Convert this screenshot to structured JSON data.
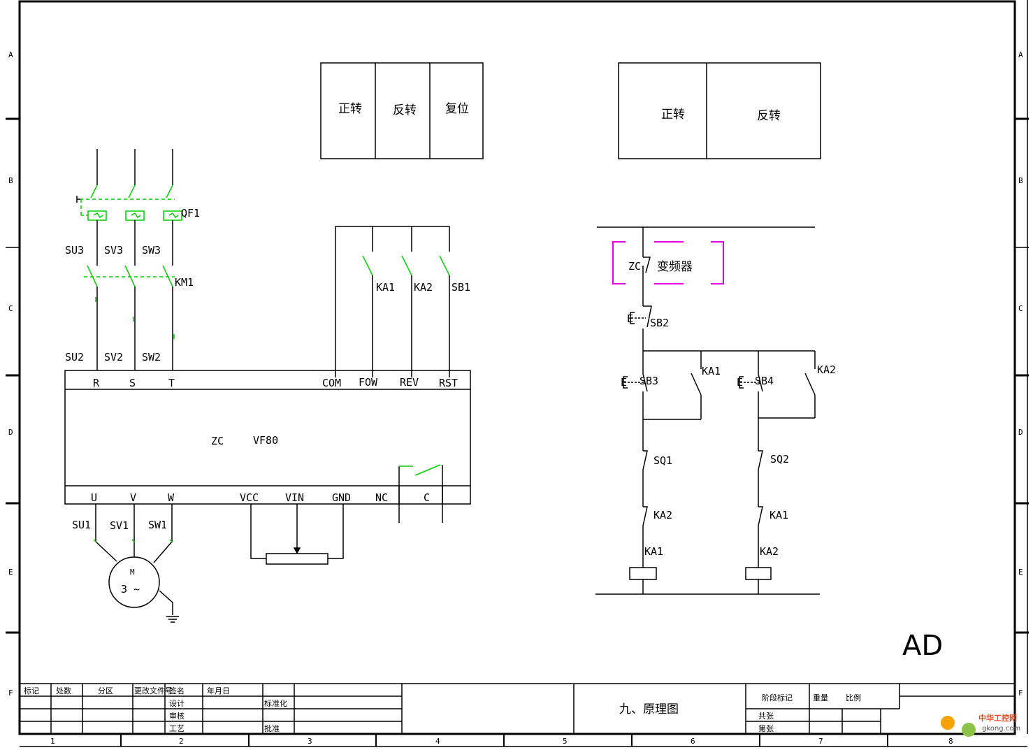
{
  "frame": {
    "row_letters": [
      "A",
      "B",
      "C",
      "D",
      "E",
      "F"
    ],
    "col_numbers": [
      "1",
      "2",
      "3",
      "4",
      "5",
      "6",
      "7",
      "8"
    ]
  },
  "panel_left": {
    "cells": [
      "正转",
      "反转",
      "复位"
    ]
  },
  "panel_right": {
    "cells": [
      "正转",
      "反转"
    ]
  },
  "power": {
    "breaker": "QF1",
    "contactor": "KM1",
    "upper_labels": [
      "SU3",
      "SV3",
      "SW3"
    ],
    "lower_labels": [
      "SU2",
      "SV2",
      "SW2"
    ],
    "motor_labels": [
      "SU1",
      "SV1",
      "SW1"
    ],
    "motor_symbol": "M",
    "motor_text": "3 ~"
  },
  "inverter": {
    "top_terminals": [
      "R",
      "S",
      "T",
      "COM",
      "FOW",
      "REV",
      "RST"
    ],
    "model_prefix": "ZC",
    "model": "VF80",
    "bottom_terminals": [
      "U",
      "V",
      "W",
      "VCC",
      "VIN",
      "GND",
      "NC",
      "C"
    ]
  },
  "input_switches": [
    "KA1",
    "KA2",
    "SB1"
  ],
  "control": {
    "fault_prefix": "ZC",
    "fault_label": "变频器",
    "stop_button": "SB2",
    "fwd_button": "SB3",
    "rev_button": "SB4",
    "fwd_hold": "KA1",
    "rev_hold": "KA2",
    "limit_fwd": "SQ1",
    "limit_rev": "SQ2",
    "interlock_fwd": "KA2",
    "interlock_rev": "KA1",
    "coil_fwd": "KA1",
    "coil_rev": "KA2",
    "e_mark": "E"
  },
  "sheet_mark": "AD",
  "title_block": {
    "drawing_title": "九、原理图",
    "cells": [
      "标记",
      "处数",
      "分区",
      "更改文件号",
      "签名",
      "年月日",
      "设计",
      "标准化",
      "审核",
      "工艺",
      "阶段标记",
      "重量",
      "比例",
      "批准",
      "共张",
      "第张"
    ]
  },
  "watermark": {
    "text": "中华工控网",
    "url": "gkong.com"
  },
  "colors": {
    "line": "#000000",
    "green": "#00cc00",
    "magenta": "#e000e0",
    "frame": "#000000"
  }
}
